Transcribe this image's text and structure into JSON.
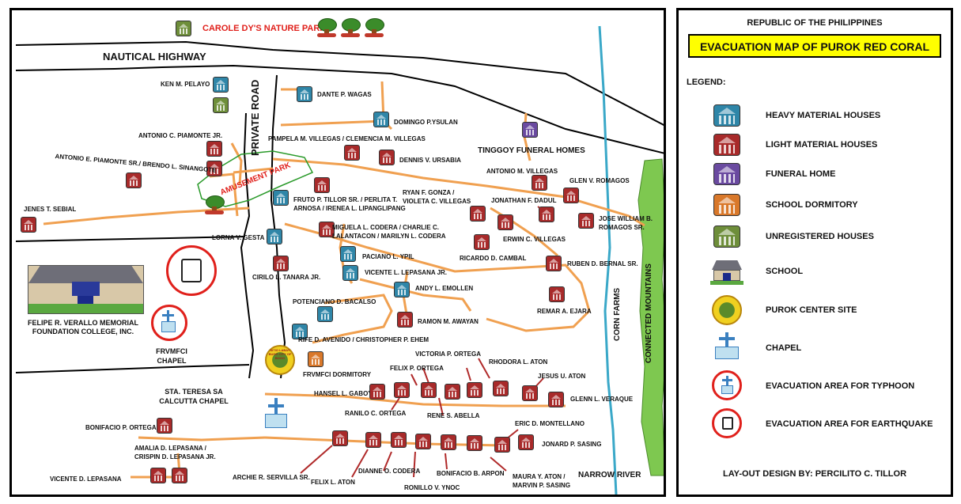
{
  "map": {
    "park_title": "CAROLE DY'S NATURE PARK",
    "roads": {
      "highway": "NAUTICAL HIGHWAY",
      "private_road": "PRIVATE ROAD",
      "corn_farms": "CORN FARMS",
      "connected_mountains": "CONNECTED MOUNTAINS",
      "narrow_river": "NARROW RIVER"
    },
    "areas": {
      "amusement_park": "AMUSEMENT PARK",
      "funeral_home": "TINGGOY FUNERAL HOMES",
      "college": "FELIPE R. VERALLO MEMORIAL FOUNDATION COLLEGE, INC.",
      "chapel": "FRVMFCI CHAPEL",
      "dormitory": "FRVMFCI DORMITORY",
      "teresa_chapel": "STA. TERESA SA CALCUTTA CHAPEL"
    },
    "seal_text": "SITIO LABAY BUGO CITY OF BOGO",
    "residents": [
      "KEN M. PELAYO",
      "DANTE P. WAGAS",
      "DOMINGO P.YSULAN",
      "ANTONIO C. PIAMONTE JR.",
      "PAMPELA M. VILLEGAS / CLEMENCIA M. VILLEGAS",
      "DENNIS V. URSABIA",
      "ANTONIO E. PIAMONTE SR./ BRENDO L. SINANGOTE",
      "ANTONIO M. VILLEGAS",
      "GLEN V. ROMAGOS",
      "RYAN F. GONZA / VIOLETA C. VILLEGAS",
      "JONATHAN F. DADUL",
      "FRUTO P. TILLOR SR. / PERLITA T. ARNOSA / IRENEA L. LIPANGLIPANG",
      "JOSE WILLIAM B. ROMAGOS SR.",
      "JENES T. SEBIAL",
      "MIGUELA L. CODERA / CHARLIE C. LALANTACON / MARILYN L. CODERA",
      "LORNA V. GESTA",
      "ERWIN C. VILLEGAS",
      "RICARDO D. CAMBAL",
      "PACIANO L. YPIL",
      "RUBEN D. BERNAL SR.",
      "CIRILO L. TANARA JR.",
      "VICENTE L. LEPASANA JR.",
      "ANDY L. EMOLLEN",
      "POTENCIANO D. BACALSO",
      "REMAR A. EJARA",
      "RAMON M. AWAYAN",
      "RIFE D. AVENIDO / CHRISTOPHER P. EHEM",
      "VICTORIA P. ORTEGA",
      "RHODORA L. ATON",
      "FELIX P. ORTEGA",
      "JESUS U. ATON",
      "HANSEL L. GABOY",
      "GLENN L. VERAQUE",
      "RANILO C. ORTEGA",
      "RENE S. ABELLA",
      "ERIC D. MONTELLANO",
      "BONIFACIO P. ORTEGA",
      "JONARD P. SASING",
      "AMALIA D. LEPASANA / CRISPIN D. LEPASANA JR.",
      "DIANNE O. CODERA",
      "BONIFACIO B. ARPON",
      "MAURA Y. ATON / MARVIN P. SASING",
      "ARCHIE R. SERVILLA SR.",
      "FELIX L. ATON",
      "RONILLO V. YNOC",
      "VICENTE D. LEPASANA"
    ]
  },
  "legend": {
    "header": "REPUBLIC OF THE PHILIPPINES",
    "title": "EVACUATION MAP OF PUROK RED CORAL",
    "legend_label": "LEGEND:",
    "items": [
      {
        "icon": "heavy-house-icon",
        "label": "HEAVY MATERIAL HOUSES"
      },
      {
        "icon": "light-house-icon",
        "label": "LIGHT MATERIAL HOUSES"
      },
      {
        "icon": "funeral-house-icon",
        "label": "FUNERAL HOME"
      },
      {
        "icon": "dormitory-house-icon",
        "label": "SCHOOL DORMITORY"
      },
      {
        "icon": "unregistered-house-icon",
        "label": "UNREGISTERED HOUSES"
      },
      {
        "icon": "school-icon",
        "label": "SCHOOL"
      },
      {
        "icon": "purok-seal-icon",
        "label": "PUROK CENTER SITE"
      },
      {
        "icon": "chapel-icon",
        "label": "CHAPEL"
      },
      {
        "icon": "typhoon-evac-icon",
        "label": "EVACUATION AREA FOR TYPHOON"
      },
      {
        "icon": "earthquake-evac-icon",
        "label": "EVACUATION AREA FOR EARTHQUAKE"
      }
    ],
    "footer": "LAY-OUT DESIGN BY: PERCILITO C. TILLOR"
  },
  "colors": {
    "heavy": "#2f86a8",
    "light": "#a82a2a",
    "funeral": "#6a4aa0",
    "school": "#d9782a",
    "unregistered": "#6e8e3a",
    "path": "#f0a050",
    "river": "#3aa8c8",
    "mountain": "#7ec850",
    "title_box": "#ffff00",
    "alert_red": "#e0201b"
  }
}
